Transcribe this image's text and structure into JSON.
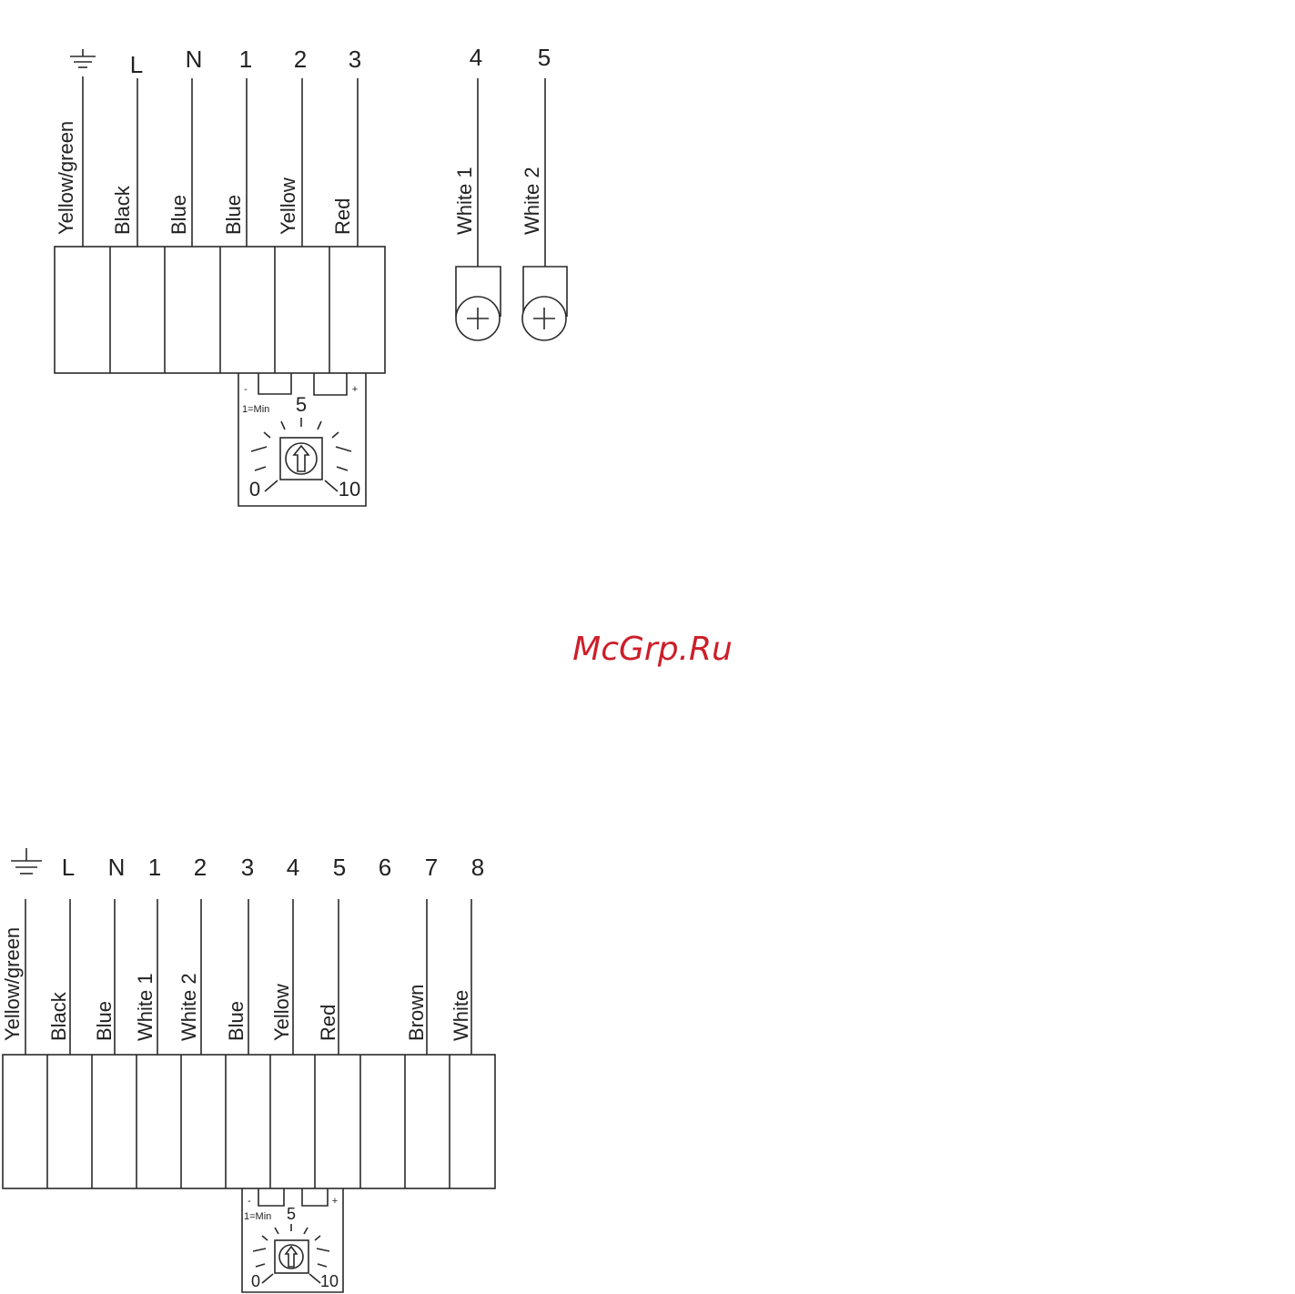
{
  "diagram1": {
    "terminals": [
      "L",
      "N",
      "1",
      "2",
      "3",
      "4",
      "5"
    ],
    "wires": [
      "Yellow/green",
      "Black",
      "Blue",
      "Blue",
      "Yellow",
      "Red",
      "White 1",
      "White 2"
    ],
    "pot": {
      "min_label": "1=Min",
      "mid": "5",
      "low": "0",
      "high": "10",
      "minus": "-",
      "plus": "+"
    }
  },
  "watermark": "McGrp.Ru",
  "diagram2": {
    "terminals": [
      "L",
      "N",
      "1",
      "2",
      "3",
      "4",
      "5",
      "6",
      "7",
      "8"
    ],
    "wires": [
      "Yellow/green",
      "Black",
      "Blue",
      "White 1",
      "White 2",
      "Blue",
      "Yellow",
      "Red",
      "Brown",
      "White"
    ],
    "pot": {
      "min_label": "1=Min",
      "mid": "5",
      "low": "0",
      "high": "10",
      "minus": "-",
      "plus": "+"
    }
  }
}
